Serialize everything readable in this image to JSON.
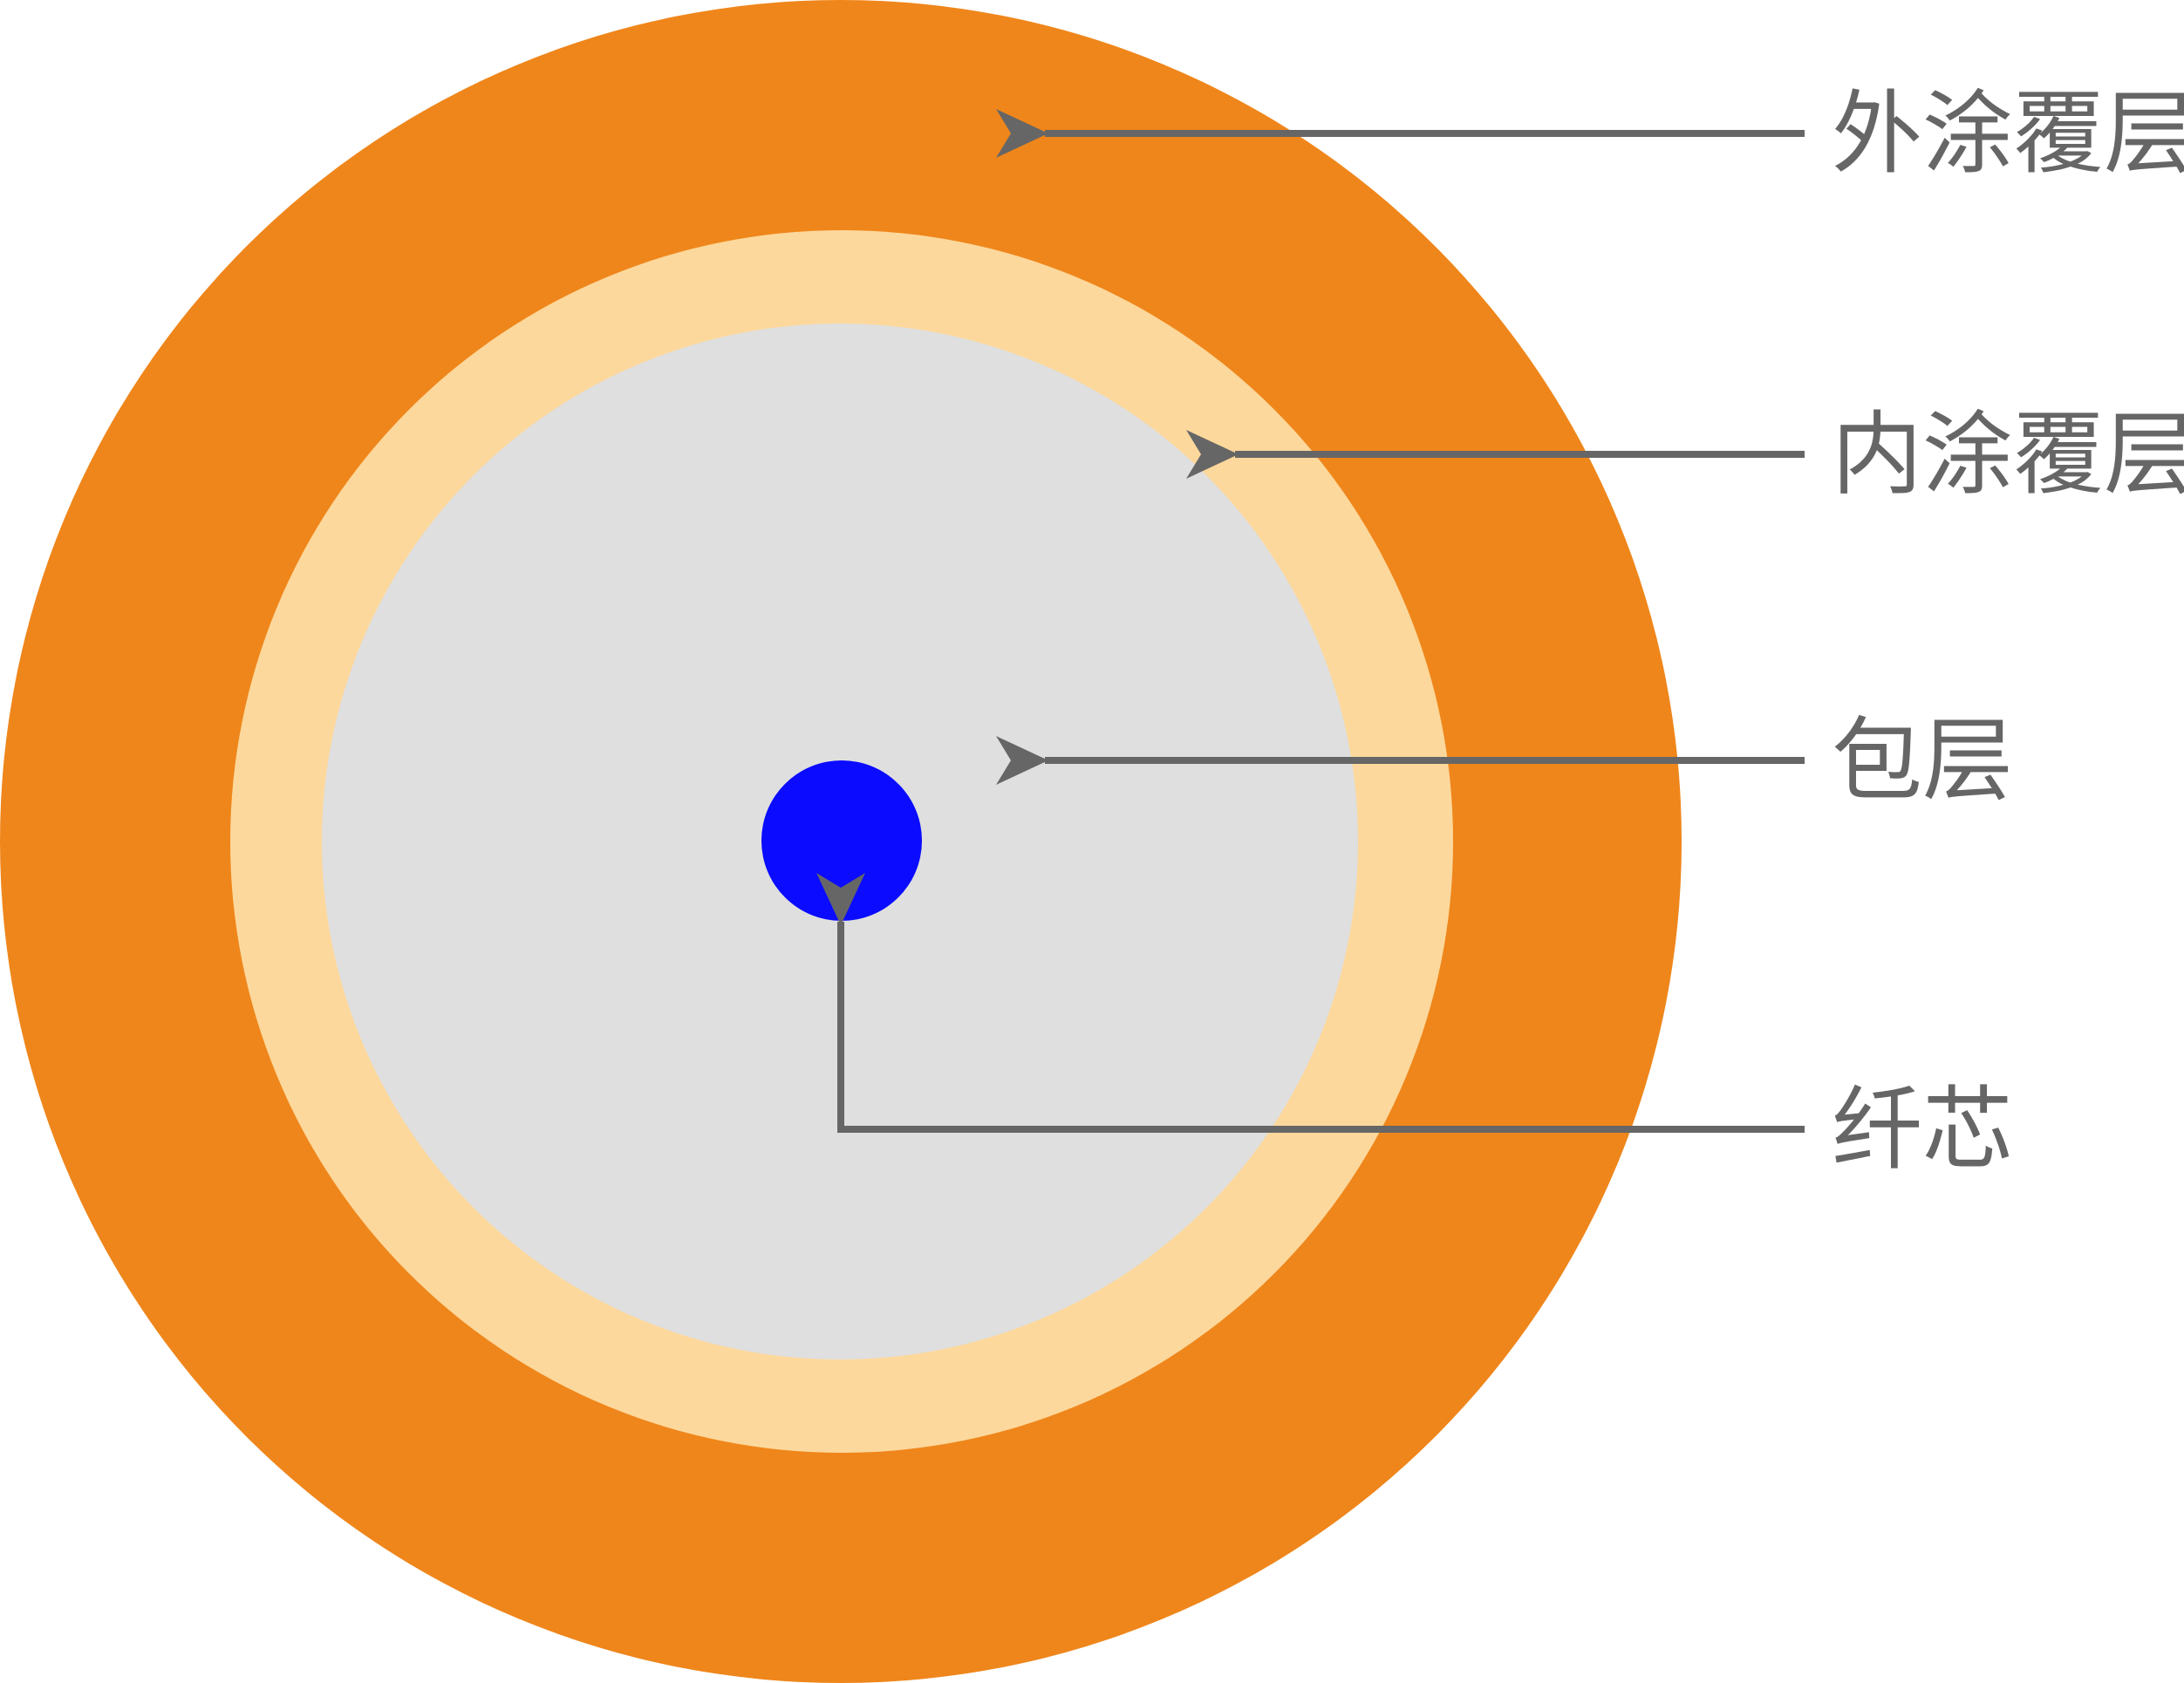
{
  "labels": {
    "outer_coating": "外涂覆层",
    "inner_coating": "内涂覆层",
    "cladding": "包层",
    "core": "纤芯"
  },
  "colors": {
    "outer_coating": "#EF861B",
    "inner_coating": "#FDD89C",
    "cladding": "#DFDFDF",
    "core": "#0A0BFF",
    "arrow": "#666666",
    "label": "#666666"
  }
}
